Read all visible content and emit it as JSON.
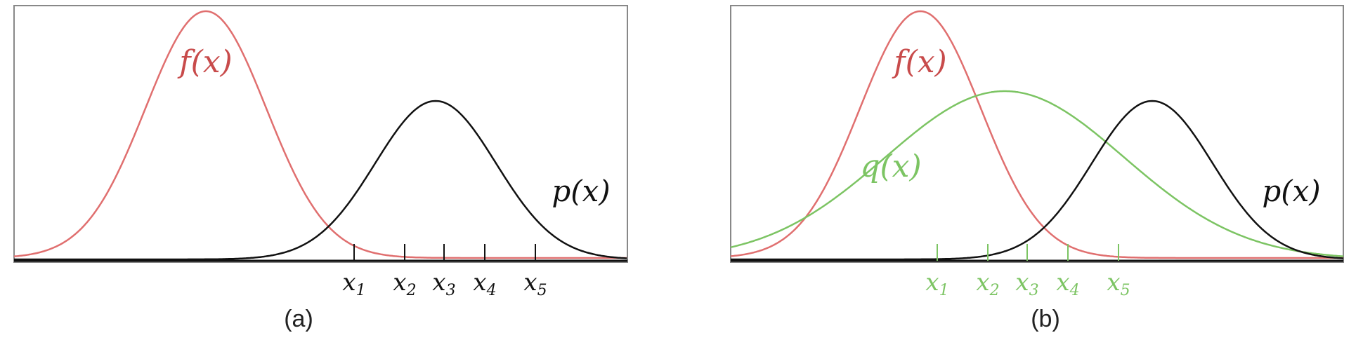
{
  "colors": {
    "f": "#e06f6f",
    "f_label": "#c84b4b",
    "p": "#111111",
    "q": "#7cc463",
    "frame": "#888888"
  },
  "panel_a": {
    "caption": "(a)",
    "labels": {
      "f": "f(x)",
      "p": "p(x)"
    },
    "samples": [
      {
        "base": "x",
        "sub": "1"
      },
      {
        "base": "x",
        "sub": "2"
      },
      {
        "base": "x",
        "sub": "3"
      },
      {
        "base": "x",
        "sub": "4"
      },
      {
        "base": "x",
        "sub": "5"
      }
    ]
  },
  "panel_b": {
    "caption": "(b)",
    "labels": {
      "f": "f(x)",
      "q": "q(x)",
      "p": "p(x)"
    },
    "samples": [
      {
        "base": "x",
        "sub": "1"
      },
      {
        "base": "x",
        "sub": "2"
      },
      {
        "base": "x",
        "sub": "3"
      },
      {
        "base": "x",
        "sub": "4"
      },
      {
        "base": "x",
        "sub": "5"
      }
    ]
  }
}
